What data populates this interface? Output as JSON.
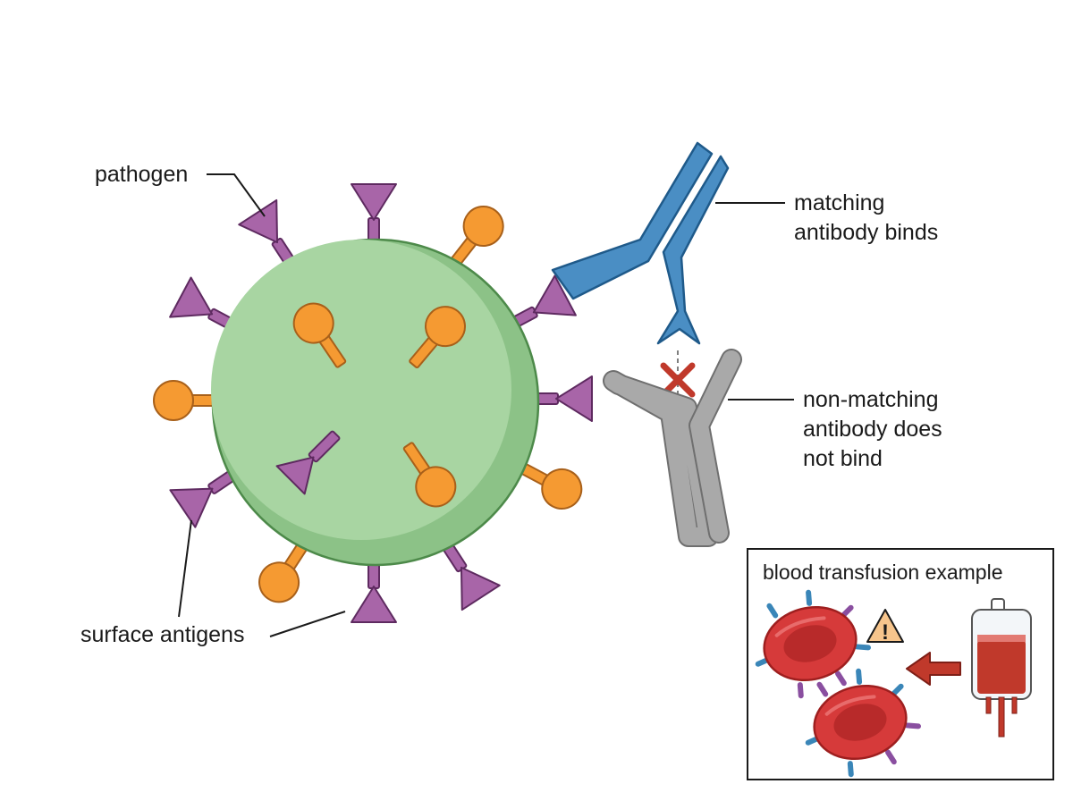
{
  "labels": {
    "pathogen": "pathogen",
    "surface_antigens": "surface antigens",
    "matching_line1": "matching",
    "matching_line2": "antibody binds",
    "nonmatching_line1": "non-matching",
    "nonmatching_line2": "antibody does",
    "nonmatching_line3": "not bind"
  },
  "inset": {
    "title": "blood transfusion example",
    "warning_symbol": "!"
  },
  "colors": {
    "pathogen_fill": "#a8d5a2",
    "pathogen_shadow": "#8cc287",
    "pathogen_stroke": "#4d8a4a",
    "antigen_purple": "#a865a8",
    "antigen_purple_stroke": "#5e2a60",
    "antigen_orange": "#f59a32",
    "antigen_orange_stroke": "#a8601a",
    "antibody_blue": "#4a8ec4",
    "antibody_blue_stroke": "#1f5a8a",
    "antibody_gray": "#a9a9a9",
    "antibody_gray_stroke": "#6f6f6f",
    "cross_red": "#c0392b",
    "rbc_red": "#d63a3a",
    "rbc_dark": "#9e1f1f",
    "rbc_blue_spike": "#3a86b8",
    "rbc_purple_spike": "#8a4fa0",
    "warning_fill": "#f7c58c",
    "arrow_red": "#c0392b",
    "blood_bag_fill": "#c0392b"
  },
  "icons": {
    "warning": "warning-triangle-icon",
    "blocked": "cross-x-icon",
    "arrow": "arrow-left-icon",
    "bag": "blood-bag-icon"
  }
}
